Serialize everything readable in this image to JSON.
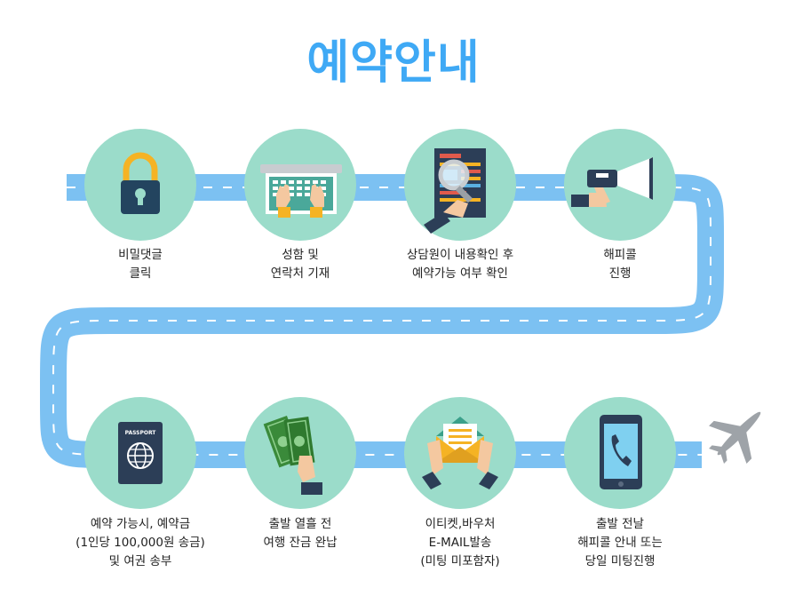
{
  "title": "예약안내",
  "steps": [
    {
      "id": "secret-comment",
      "icon": "lock-icon",
      "lines": [
        "비밀댓글",
        "클릭"
      ]
    },
    {
      "id": "write-contact",
      "icon": "laptop-typing-icon",
      "lines": [
        "성함 및",
        "연락처 기재"
      ]
    },
    {
      "id": "consult-check",
      "icon": "magnifier-document-icon",
      "lines": [
        "상담원이 내용확인 후",
        "예약가능 여부 확인"
      ]
    },
    {
      "id": "happy-call",
      "icon": "megaphone-icon",
      "lines": [
        "해피콜",
        "진행"
      ]
    },
    {
      "id": "reservation-deposit",
      "icon": "passport-icon",
      "lines": [
        "예약 가능시, 예약금",
        "(1인당 100,000원 송금)",
        "및 여권 송부"
      ]
    },
    {
      "id": "balance-payment",
      "icon": "money-bills-icon",
      "lines": [
        "출발 열흘 전",
        "여행 잔금 완납"
      ]
    },
    {
      "id": "eticket-voucher",
      "icon": "envelope-letter-icon",
      "lines": [
        "이티켓,바우처",
        "E-MAIL발송",
        "(미팅 미포함자)"
      ]
    },
    {
      "id": "pre-departure-guide",
      "icon": "smartphone-call-icon",
      "lines": [
        "출발 전날",
        "해피콜 안내 또는",
        "당일 미팅진행"
      ]
    }
  ],
  "colors": {
    "title": "#3fa9f5",
    "road": "#7cc1f2",
    "road_dash": "#ffffff",
    "circle": "#9bdcca",
    "plane": "#9ea3a8"
  }
}
